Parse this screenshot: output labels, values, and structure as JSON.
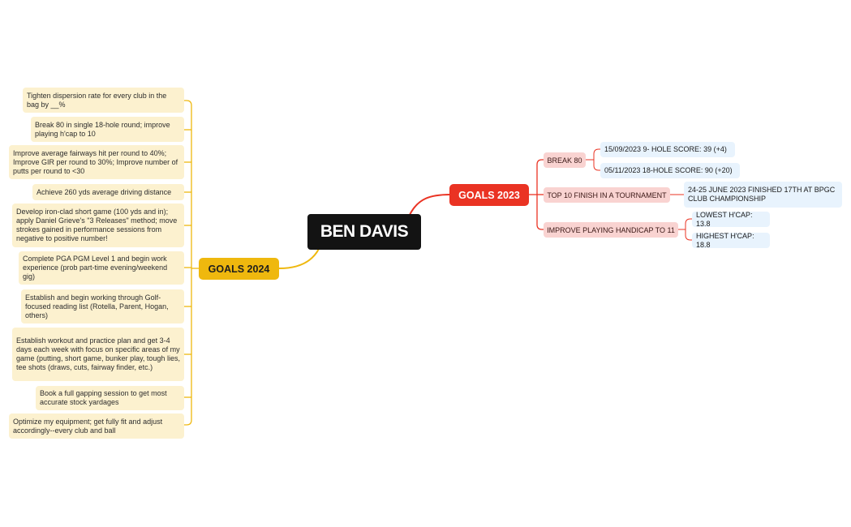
{
  "root": {
    "label": "BEN DAVIS"
  },
  "goals_2023": {
    "label": "GOALS 2023",
    "items": [
      {
        "label": "BREAK 80",
        "children": [
          "15/09/2023 9- HOLE SCORE: 39 (+4)",
          "05/11/2023 18-HOLE SCORE: 90 (+20)"
        ]
      },
      {
        "label": "TOP 10 FINISH IN A TOURNAMENT",
        "children": [
          "24-25 JUNE 2023 FINISHED 17TH AT BPGC CLUB CHAMPIONSHIP"
        ]
      },
      {
        "label": "IMPROVE PLAYING HANDICAP TO 11",
        "children": [
          "LOWEST H'CAP: 13.8",
          "HIGHEST H'CAP: 18.8"
        ]
      }
    ]
  },
  "goals_2024": {
    "label": "GOALS 2024",
    "items": [
      "Tighten dispersion rate for every club in the bag by __%",
      "Break 80 in single 18-hole round; improve playing h'cap to 10",
      "Improve average fairways hit per round to 40%; Improve GIR per round to 30%; Improve number of putts per round to <30",
      "Achieve 260 yds average driving distance",
      "Develop iron-clad short game (100 yds and in); apply Daniel Grieve's \"3 Releases\" method; move strokes gained in performance sessions from negative to positive number!",
      "Complete PGA PGM Level 1 and begin work experience (prob part-time evening/weekend gig)",
      "Establish and begin working through Golf-focused reading list (Rotella, Parent, Hogan, others)",
      "Establish workout and practice plan and get 3-4 days each week with focus on specific areas of my game (putting, short game, bunker play, tough lies, tee shots (draws, cuts, fairway finder, etc.)",
      "Book a full gapping session to get most accurate stock yardages",
      "Optimize my equipment; get fully fit and adjust accordingly--every club and ball"
    ]
  },
  "colors": {
    "root_bg": "#131313",
    "goals_2023_accent": "#ea3323",
    "goals_2024_accent": "#efb80e",
    "sub_2023_bg": "#f9d3d1",
    "leaf_2023_bg": "#e8f3fd",
    "leaf_2024_bg": "#fcf1cf"
  }
}
